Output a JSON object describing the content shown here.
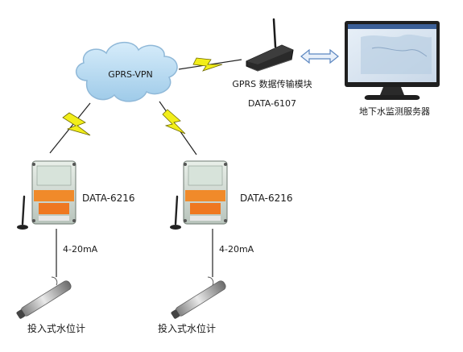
{
  "cloud": {
    "label": "GPRS-VPN"
  },
  "gprs_module": {
    "label": "GPRS 数据传输模块",
    "model": "DATA-6107"
  },
  "server": {
    "label": "地下水监测服务器"
  },
  "loggers": [
    {
      "model": "DATA-6216",
      "signal": "4-20mA",
      "sensor": "投入式水位计"
    },
    {
      "model": "DATA-6216",
      "signal": "4-20mA",
      "sensor": "投入式水位计"
    }
  ],
  "colors": {
    "cloud_fill": "#b7dcf2",
    "cloud_stroke": "#8fb8d8",
    "lightning": "#f2ee1a",
    "lightning_stroke": "#6f6a00",
    "arrow": "#5b86c0"
  },
  "icons": [
    "cloud-icon",
    "router-icon",
    "monitor-icon",
    "lightning-icon",
    "logger-box-icon",
    "antenna-icon",
    "sensor-probe-icon",
    "double-arrow-icon"
  ]
}
